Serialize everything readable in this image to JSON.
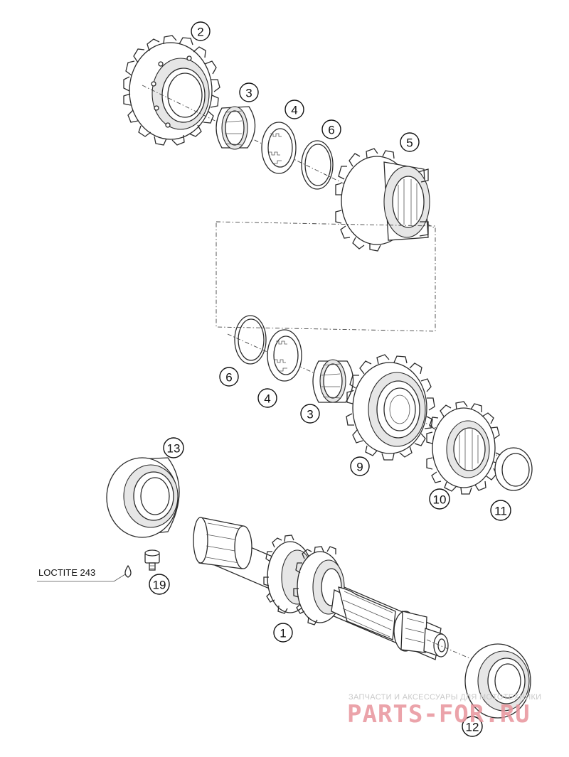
{
  "diagram": {
    "callouts": [
      {
        "id": "2",
        "label": "2"
      },
      {
        "id": "3a",
        "label": "3"
      },
      {
        "id": "4a",
        "label": "4"
      },
      {
        "id": "6a",
        "label": "6"
      },
      {
        "id": "5",
        "label": "5"
      },
      {
        "id": "6b",
        "label": "6"
      },
      {
        "id": "4b",
        "label": "4"
      },
      {
        "id": "3b",
        "label": "3"
      },
      {
        "id": "9",
        "label": "9"
      },
      {
        "id": "10",
        "label": "10"
      },
      {
        "id": "11",
        "label": "11"
      },
      {
        "id": "13",
        "label": "13"
      },
      {
        "id": "19",
        "label": "19"
      },
      {
        "id": "1",
        "label": "1"
      },
      {
        "id": "12",
        "label": "12"
      }
    ],
    "loctite_label": "LOCTITE 243"
  },
  "watermark": {
    "tagline": "ЗАПЧАСТИ И АКСЕССУАРЫ ДЛЯ МОТОТЕХНИКИ",
    "brand": "PARTS-FOR.RU"
  }
}
